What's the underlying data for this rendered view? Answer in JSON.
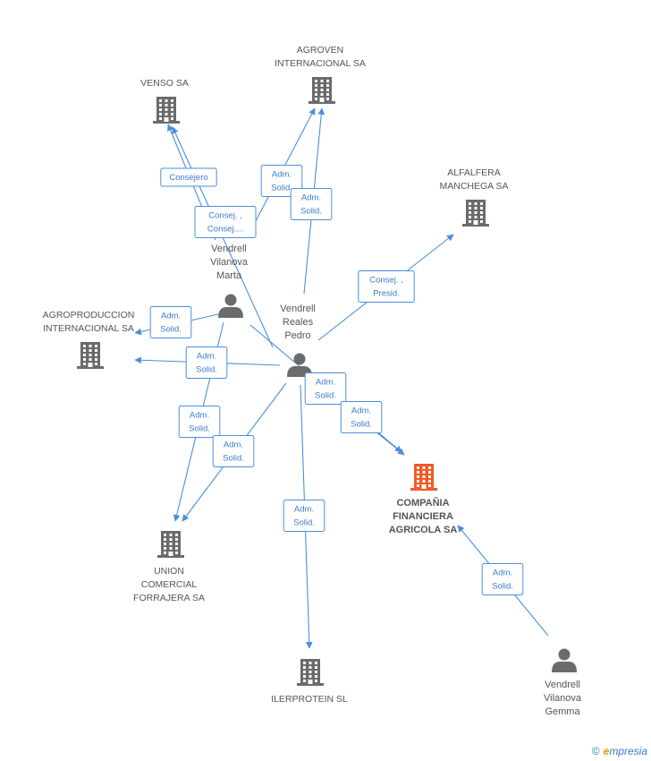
{
  "colors": {
    "edge": "#4a90d9",
    "company": "#6b6b6b",
    "company_main": "#f05a28",
    "person": "#6b6b6b"
  },
  "nodes": [
    {
      "id": "venso",
      "type": "company",
      "lines": [
        "VENSO SA"
      ]
    },
    {
      "id": "agroven",
      "type": "company",
      "lines": [
        "AGROVEN",
        "INTERNACIONAL SA"
      ]
    },
    {
      "id": "alfalfera",
      "type": "company",
      "lines": [
        "ALFALFERA",
        "MANCHEGA SA"
      ]
    },
    {
      "id": "agroproduccion",
      "type": "company",
      "lines": [
        "AGROPRODUCCION",
        "INTERNACIONAL SA"
      ]
    },
    {
      "id": "marta",
      "type": "person",
      "lines": [
        "Vendrell",
        "Vilanova",
        "Marta"
      ]
    },
    {
      "id": "pedro",
      "type": "person",
      "lines": [
        "Vendrell",
        "Reales",
        "Pedro"
      ]
    },
    {
      "id": "compania",
      "type": "company_main",
      "lines": [
        "COMPAÑIA",
        "FINANCIERA",
        "AGRICOLA SA"
      ]
    },
    {
      "id": "union",
      "type": "company",
      "lines": [
        "UNION",
        "COMERCIAL",
        "FORRAJERA SA"
      ]
    },
    {
      "id": "ilerprotein",
      "type": "company",
      "lines": [
        "ILERPROTEIN SL"
      ]
    },
    {
      "id": "gemma",
      "type": "person",
      "lines": [
        "Vendrell",
        "Vilanova",
        "Gemma"
      ]
    }
  ],
  "edges": [
    {
      "from": "marta",
      "to": "venso",
      "lines": [
        "Consejero"
      ]
    },
    {
      "from": "pedro",
      "to": "venso",
      "lines": [
        "Consej. ,",
        "Consej...."
      ]
    },
    {
      "from": "marta",
      "to": "agroven",
      "lines": [
        "Adm.",
        "Solid."
      ]
    },
    {
      "from": "pedro",
      "to": "agroven",
      "lines": [
        "Adm.",
        "Solid."
      ]
    },
    {
      "from": "pedro",
      "to": "alfalfera",
      "lines": [
        "Consej. ,",
        "Presid."
      ]
    },
    {
      "from": "marta",
      "to": "agroproduccion",
      "lines": [
        "Adm.",
        "Solid."
      ]
    },
    {
      "from": "pedro",
      "to": "agroproduccion",
      "lines": [
        "Adm.",
        "Solid."
      ]
    },
    {
      "from": "marta",
      "to": "compania",
      "lines": [
        "Adm.",
        "Solid."
      ]
    },
    {
      "from": "pedro",
      "to": "compania",
      "lines": [
        "Adm.",
        "Solid."
      ]
    },
    {
      "from": "marta",
      "to": "union",
      "lines": [
        "Adm.",
        "Solid."
      ]
    },
    {
      "from": "pedro",
      "to": "union",
      "lines": [
        "Adm.",
        "Solid."
      ]
    },
    {
      "from": "pedro",
      "to": "ilerprotein",
      "lines": [
        "Adm.",
        "Solid."
      ]
    },
    {
      "from": "gemma",
      "to": "compania",
      "lines": [
        "Adm.",
        "Solid."
      ]
    }
  ],
  "footer": {
    "copyright": "©",
    "brand_initial": "e",
    "brand_rest": "mpresia"
  }
}
